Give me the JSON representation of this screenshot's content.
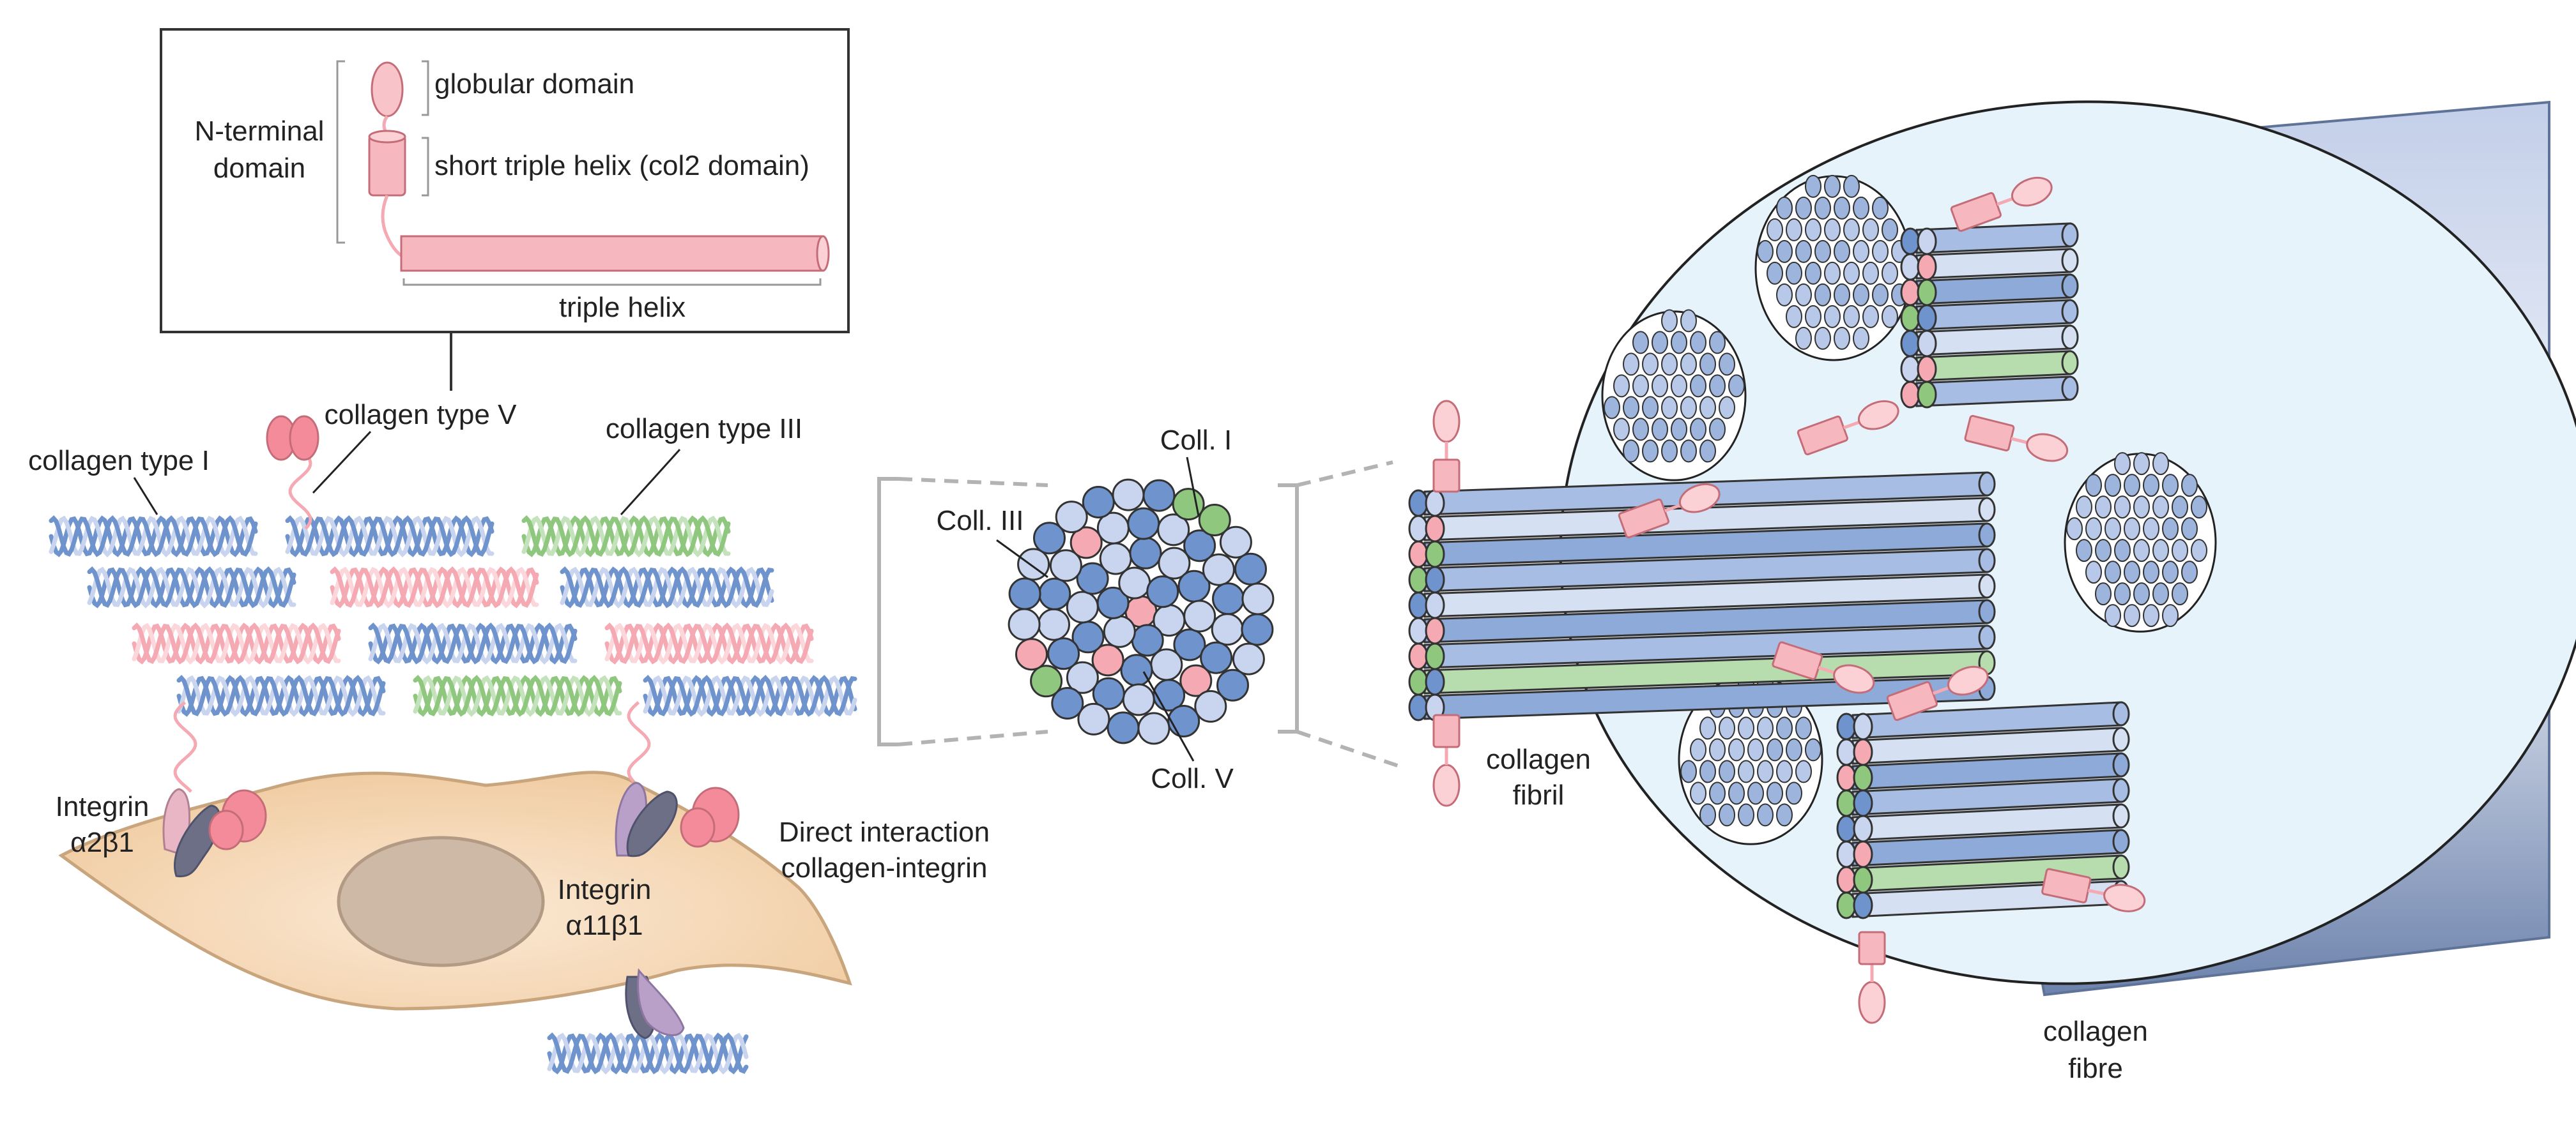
{
  "legend_box": {
    "n_terminal_label_line1": "N-terminal",
    "n_terminal_label_line2": "domain",
    "globular_domain": "globular domain",
    "short_triple_helix": "short triple helix (col2 domain)",
    "triple_helix": "triple helix"
  },
  "labels": {
    "collagen_type_v": "collagen type V",
    "collagen_type_i": "collagen type I",
    "collagen_type_iii": "collagen type III",
    "integrin_a2b1_line1": "Integrin",
    "integrin_a2b1_line2": "α2β1",
    "integrin_a11b1_line1": "Integrin",
    "integrin_a11b1_line2": "α11β1",
    "direct_interaction_line1": "Direct interaction",
    "direct_interaction_line2": "collagen-integrin",
    "coll_i": "Coll. I",
    "coll_iii": "Coll. III",
    "coll_v": "Coll. V",
    "collagen_fibril_line1": "collagen",
    "collagen_fibril_line2": "fibril",
    "collagen_fibre_line1": "collagen",
    "collagen_fibre_line2": "fibre"
  },
  "colors": {
    "collagen_i_blue": "#6f93cc",
    "collagen_i_light": "#c9d5ee",
    "collagen_iii_green": "#8fc77f",
    "collagen_v_pink": "#f4a9b3",
    "cell_body": "#f3d3ad",
    "nucleus": "#cdb9a6",
    "fibre_background": "#e6f3fb",
    "integrin_purple": "#b9a0c9",
    "integrin_dark": "#6c6f86"
  }
}
